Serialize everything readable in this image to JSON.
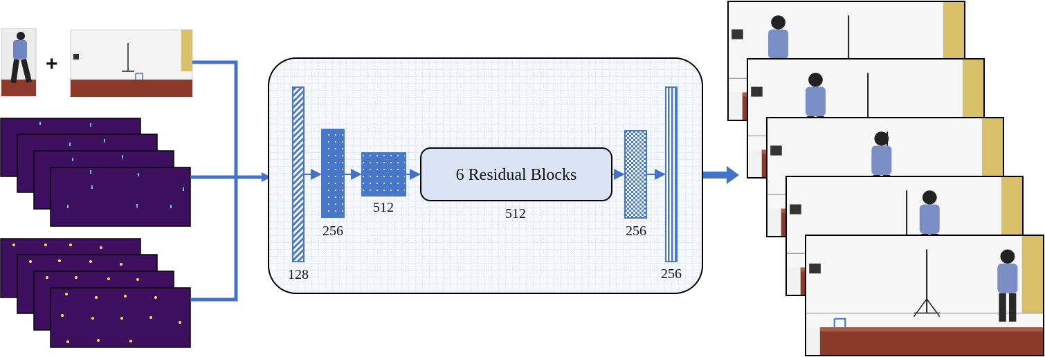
{
  "inputs": {
    "plus_sign": "+"
  },
  "network": {
    "input_layer_label": "128",
    "encoder_1_label": "256",
    "encoder_2_label": "512",
    "residual_block_text": "6 Residual Blocks",
    "residual_channels_label": "512",
    "decoder_1_label": "256",
    "output_layer_label": "256"
  },
  "colors": {
    "arrow_blue": "#4472c4",
    "layer_blue": "#4a78c8",
    "panel_bg": "#f6f8fc",
    "grid_line": "#9bb0d8",
    "residual_fill": "#dbe4f4",
    "heatmap_bg": "#3d0f5e",
    "keypoint_yellow": "#e8e34a",
    "flow_cyan": "#5ad0d0"
  },
  "output_frames": {
    "count": 5
  }
}
